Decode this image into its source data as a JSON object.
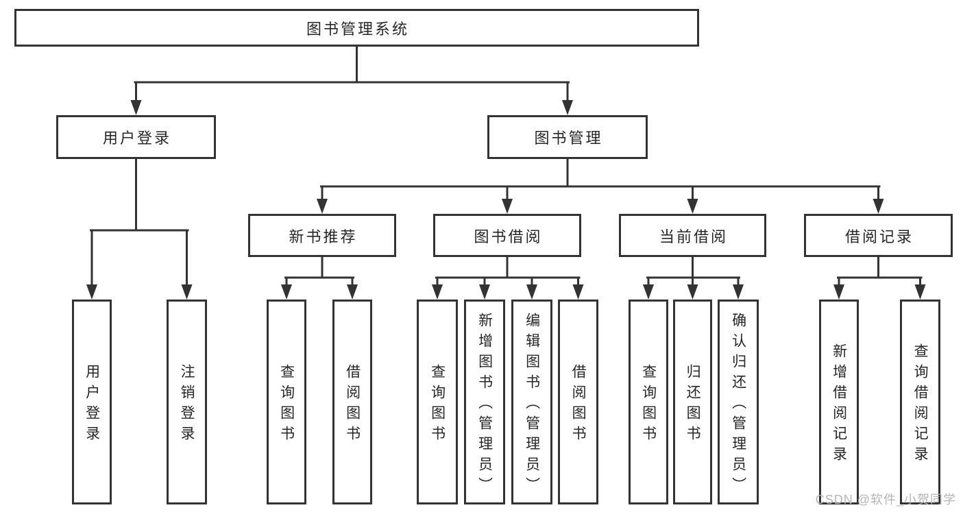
{
  "diagram": {
    "title": "图书管理系统",
    "root": {
      "label": "图书管理系统"
    },
    "branches": [
      {
        "label": "用户登录",
        "children": [
          {
            "label": "用户登录"
          },
          {
            "label": "注销登录"
          }
        ]
      },
      {
        "label": "图书管理",
        "children": [
          {
            "label": "新书推荐",
            "children": [
              {
                "label": "查询图书"
              },
              {
                "label": "借阅图书"
              }
            ]
          },
          {
            "label": "图书借阅",
            "children": [
              {
                "label": "查询图书"
              },
              {
                "label": "新增图书（管理员）"
              },
              {
                "label": "编辑图书（管理员）"
              },
              {
                "label": "借阅图书"
              }
            ]
          },
          {
            "label": "当前借阅",
            "children": [
              {
                "label": "查询图书"
              },
              {
                "label": "归还图书"
              },
              {
                "label": "确认归还（管理员）"
              }
            ]
          },
          {
            "label": "借阅记录",
            "children": [
              {
                "label": "新增借阅记录"
              },
              {
                "label": "查询借阅记录"
              }
            ]
          }
        ]
      }
    ],
    "watermark": "CSDN @软件_小贺同学",
    "colors": {
      "line": "#333333",
      "box_border": "#333333",
      "text": "#262626",
      "watermark": "#b5b5b5",
      "background": "#ffffff"
    }
  }
}
